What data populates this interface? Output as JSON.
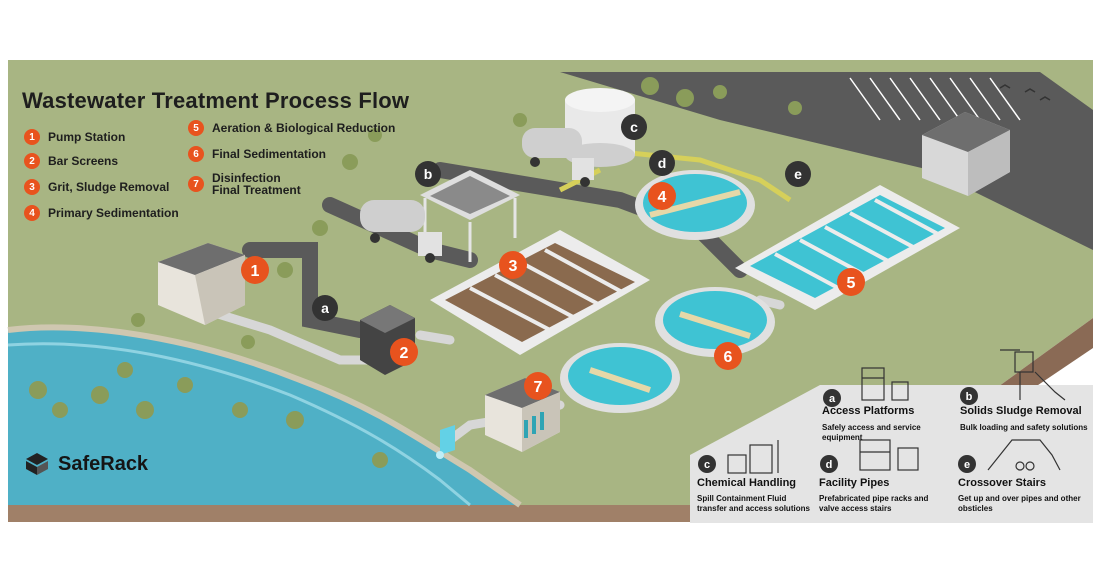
{
  "title": "Wastewater Treatment Process Flow",
  "brand": {
    "name": "SafeRack"
  },
  "legend": [
    {
      "num": "1",
      "label": "Pump Station"
    },
    {
      "num": "2",
      "label": "Bar Screens"
    },
    {
      "num": "3",
      "label": "Grit, Sludge Removal"
    },
    {
      "num": "4",
      "label": "Primary Sedimentation"
    },
    {
      "num": "5",
      "label": "Aeration & Biological Reduction"
    },
    {
      "num": "6",
      "label": "Final Sedimentation"
    },
    {
      "num": "7",
      "label": "Disinfection Final Treatment"
    }
  ],
  "features": {
    "a": {
      "letter": "a",
      "title": "Access Platforms",
      "desc": "Safely access and service equipment"
    },
    "b": {
      "letter": "b",
      "title": "Solids Sludge Removal",
      "desc": "Bulk loading and safety solutions"
    },
    "c": {
      "letter": "c",
      "title": "Chemical Handling",
      "desc": "Spill Containment Fluid transfer and access solutions"
    },
    "d": {
      "letter": "d",
      "title": "Facility Pipes",
      "desc": "Prefabricated pipe racks and valve access stairs"
    },
    "e": {
      "letter": "e",
      "title": "Crossover Stairs",
      "desc": "Get up and over pipes and other obsticles"
    }
  },
  "colors": {
    "accent": "#e8531e",
    "grass": "#a8b583",
    "soil": "#a08068",
    "river": "#4fb0c6",
    "water": "#3fc3d3",
    "road": "#5a5a5a",
    "badge_dark": "#333333"
  }
}
